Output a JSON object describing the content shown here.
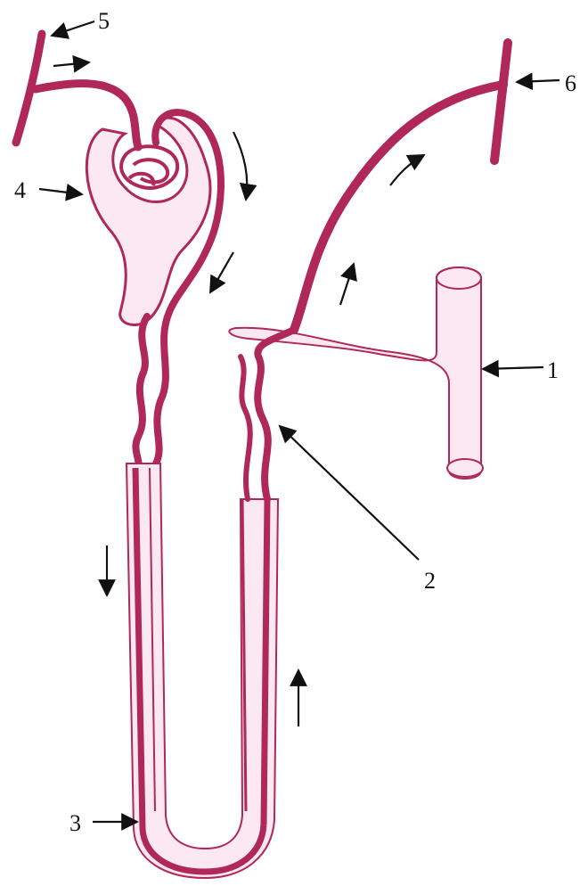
{
  "diagram": {
    "colors": {
      "vessel": "#b0285a",
      "tubule_fill": "#fbe8f0",
      "tubule_outline": "#b0285a",
      "arrow": "#111111",
      "background": "#ffffff"
    },
    "labels": [
      {
        "id": "1",
        "text": "1"
      },
      {
        "id": "2",
        "text": "2"
      },
      {
        "id": "3",
        "text": "3"
      },
      {
        "id": "4",
        "text": "4"
      },
      {
        "id": "5",
        "text": "5"
      },
      {
        "id": "6",
        "text": "6"
      }
    ]
  }
}
